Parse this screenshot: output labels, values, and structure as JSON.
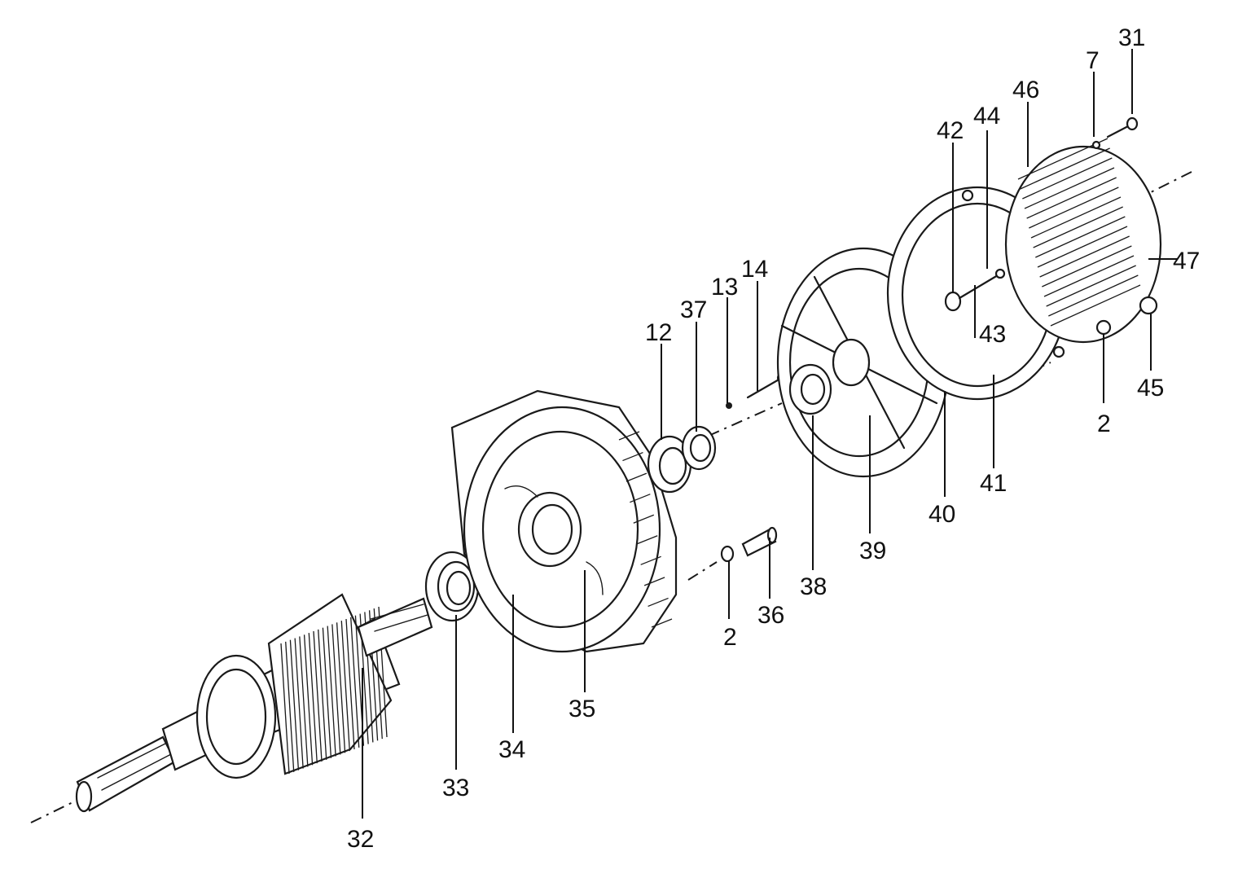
{
  "diagram": {
    "callouts": [
      {
        "id": "c31",
        "label": "31"
      },
      {
        "id": "c7",
        "label": "7"
      },
      {
        "id": "c46",
        "label": "46"
      },
      {
        "id": "c42",
        "label": "42"
      },
      {
        "id": "c44",
        "label": "44"
      },
      {
        "id": "c47",
        "label": "47"
      },
      {
        "id": "c14",
        "label": "14"
      },
      {
        "id": "c13",
        "label": "13"
      },
      {
        "id": "c37",
        "label": "37"
      },
      {
        "id": "c12",
        "label": "12"
      },
      {
        "id": "c43",
        "label": "43"
      },
      {
        "id": "c45",
        "label": "45"
      },
      {
        "id": "c2a",
        "label": "2"
      },
      {
        "id": "c41",
        "label": "41"
      },
      {
        "id": "c40",
        "label": "40"
      },
      {
        "id": "c39",
        "label": "39"
      },
      {
        "id": "c38",
        "label": "38"
      },
      {
        "id": "c36",
        "label": "36"
      },
      {
        "id": "c2b",
        "label": "2"
      },
      {
        "id": "c35",
        "label": "35"
      },
      {
        "id": "c34",
        "label": "34"
      },
      {
        "id": "c33",
        "label": "33"
      },
      {
        "id": "c32",
        "label": "32"
      }
    ]
  }
}
